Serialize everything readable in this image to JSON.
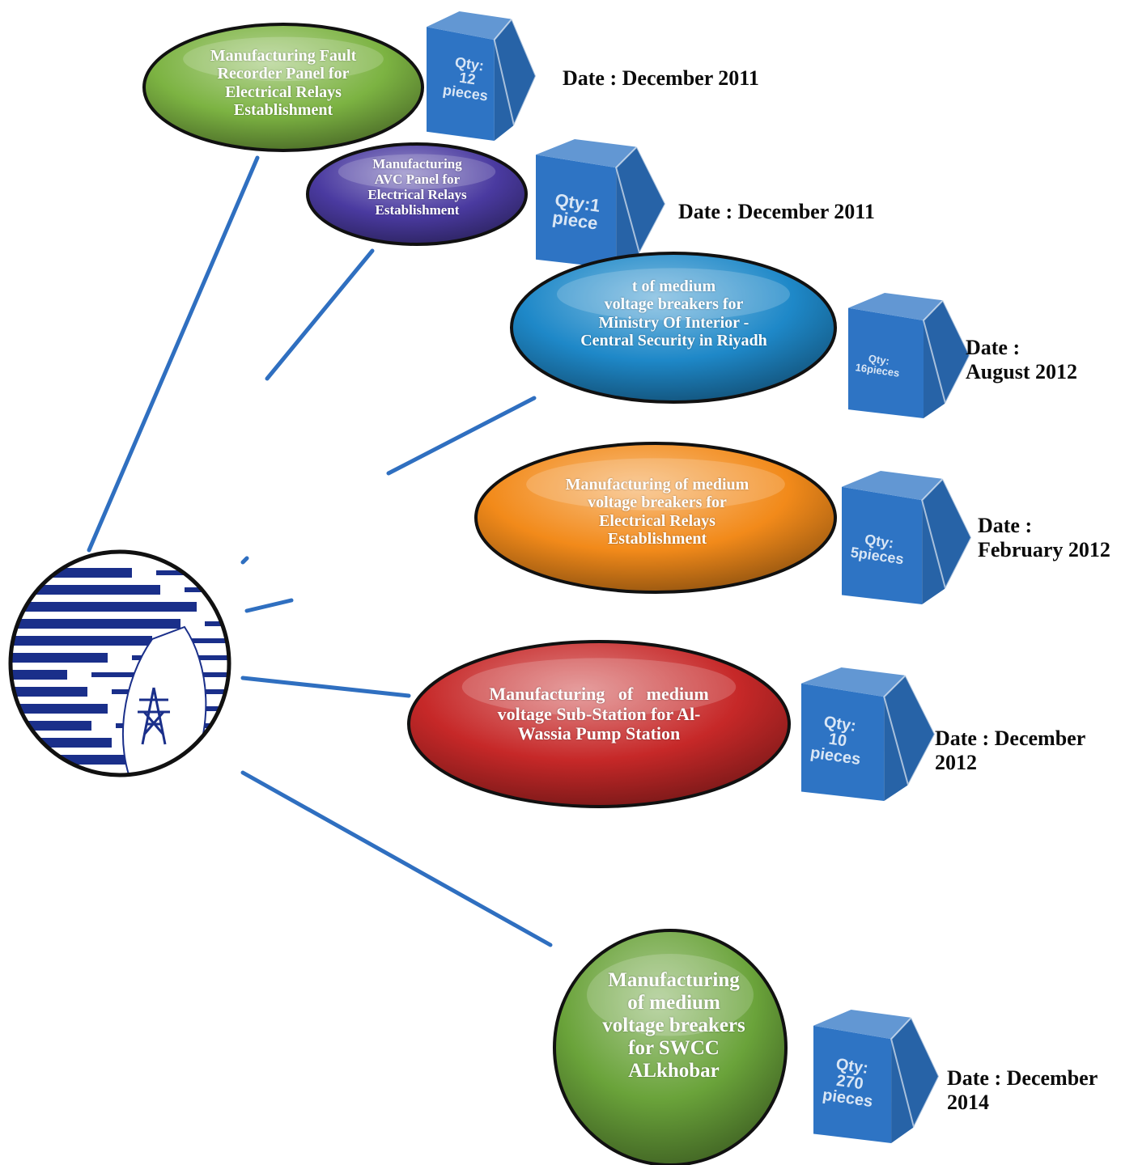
{
  "projects": [
    {
      "title": "Manufacturing Fault Recorder Panel for Electrical Relays Establishment",
      "title_lines": [
        "Manufacturing Fault",
        "Recorder Panel for",
        "Electrical Relays",
        "Establishment"
      ],
      "quantity_lines": [
        "Qty:",
        "12",
        "pieces"
      ],
      "date_lines": [
        "Date : December 2011"
      ],
      "color": "#7cb342"
    },
    {
      "title": "Manufacturing AVC Panel for Electrical Relays Establishment",
      "title_lines": [
        "Manufacturing",
        "AVC Panel for",
        "Electrical Relays",
        "Establishment"
      ],
      "quantity_lines": [
        "Qty:1",
        "piece"
      ],
      "date_lines": [
        "Date : December 2011"
      ],
      "color": "#4a3aa0"
    },
    {
      "title": "t of medium voltage breakers for Ministry Of Interior - Central Security in Riyadh",
      "title_lines": [
        "t of medium",
        "voltage breakers for",
        "Ministry Of Interior -",
        "Central Security in Riyadh"
      ],
      "quantity_lines": [
        "Qty:",
        "16pieces"
      ],
      "date_lines": [
        "Date :",
        "August 2012"
      ],
      "color": "#1e88c8"
    },
    {
      "title": "Manufacturing of medium voltage breakers for Electrical Relays Establishment",
      "title_lines": [
        "Manufacturing of medium",
        "voltage breakers for",
        "Electrical Relays",
        "Establishment"
      ],
      "quantity_lines": [
        "Qty:",
        "5pieces"
      ],
      "date_lines": [
        "Date :",
        "February 2012"
      ],
      "color": "#f28a1a"
    },
    {
      "title": "Manufacturing of medium voltage Sub-Station for Al-Wassia Pump Station",
      "title_lines": [
        "Manufacturing   of   medium",
        "voltage Sub-Station for Al-",
        "Wassia Pump Station"
      ],
      "quantity_lines": [
        "Qty:",
        "10",
        "pieces"
      ],
      "date_lines": [
        "Date : December",
        "2012"
      ],
      "color": "#c62828"
    },
    {
      "title": "Manufacturing of medium voltage breakers for SWCC ALkhobar",
      "title_lines": [
        "Manufacturing",
        "of medium",
        "voltage breakers",
        "for SWCC",
        "ALkhobar"
      ],
      "quantity_lines": [
        "Qty:",
        "270",
        "pieces"
      ],
      "date_lines": [
        "Date : December",
        "2014"
      ],
      "color": "#6aa33a"
    }
  ],
  "logo": {
    "name": "company-logo",
    "colors": {
      "stripes": "#1a2f8a",
      "background": "#ffffff"
    }
  },
  "connector_color": "#2f6fc0",
  "box_color": "#2e74c4"
}
